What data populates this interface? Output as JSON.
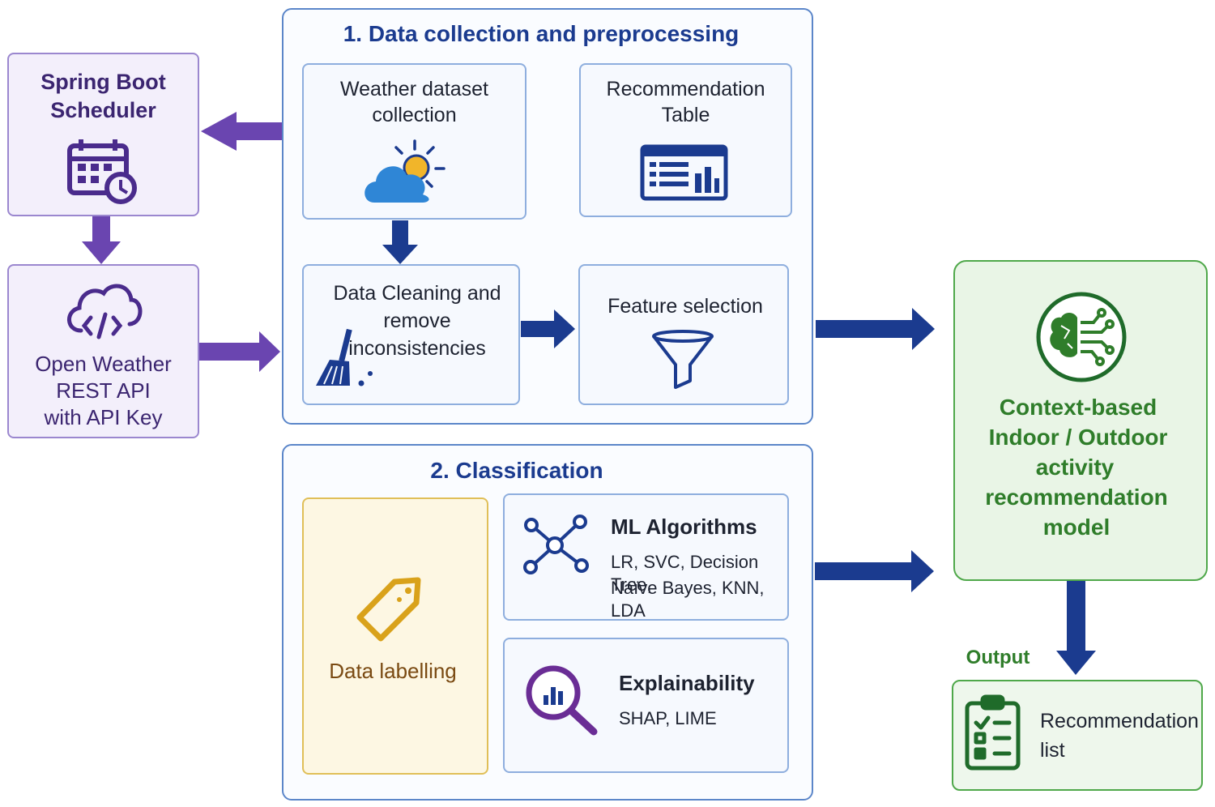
{
  "spring": {
    "title": "Spring Boot Scheduler"
  },
  "api": {
    "line1": "Open Weather",
    "line2": "REST API",
    "line3": "with API Key"
  },
  "section1": {
    "title": "1. Data collection and preprocessing",
    "weather": "Weather dataset collection",
    "recommendation_table": "Recommendation Table",
    "cleaning": "Data Cleaning and remove inconsistencies",
    "feature": "Feature selection"
  },
  "section2": {
    "title": "2. Classification",
    "labelling": "Data labelling",
    "ml_title": "ML Algorithms",
    "ml_line1": "LR, SVC, Decision Tree,",
    "ml_line2": "Naïve Bayes, KNN, LDA",
    "xai_title": "Explainability",
    "xai_sub": "SHAP, LIME"
  },
  "model": {
    "line1": "Context-based",
    "line2": "Indoor / Outdoor",
    "line3": "activity",
    "line4": "recommendation",
    "line5": "model"
  },
  "output": {
    "label": "Output",
    "list_line1": "Recommendation",
    "list_line2": "list"
  },
  "colors": {
    "navy": "#1b3b8f",
    "purple": "#6a45b0",
    "green": "#2f7d2a",
    "gold": "#d9a21b",
    "sky": "#2f86d6"
  },
  "icons": [
    "calendar-clock-icon",
    "cloud-code-icon",
    "sun-cloud-icon",
    "table-chart-icon",
    "broom-icon",
    "funnel-icon",
    "tag-icon",
    "network-icon",
    "magnifier-chart-icon",
    "brain-circuit-icon",
    "clipboard-checklist-icon"
  ]
}
